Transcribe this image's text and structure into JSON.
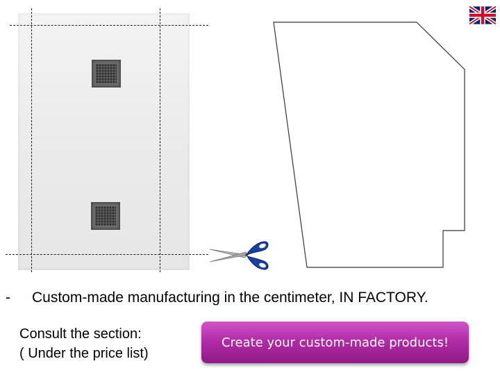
{
  "bullet": {
    "dash": "-",
    "text": "Custom-made manufacturing in the centimeter, IN FACTORY."
  },
  "consult": {
    "line1": "Consult the section:",
    "line2": "( Under the price list)"
  },
  "cta": {
    "label": "Create your custom-made products!",
    "color": "#b22ca7"
  },
  "icons": {
    "language": "uk-flag-icon",
    "cut": "scissors-icon"
  }
}
